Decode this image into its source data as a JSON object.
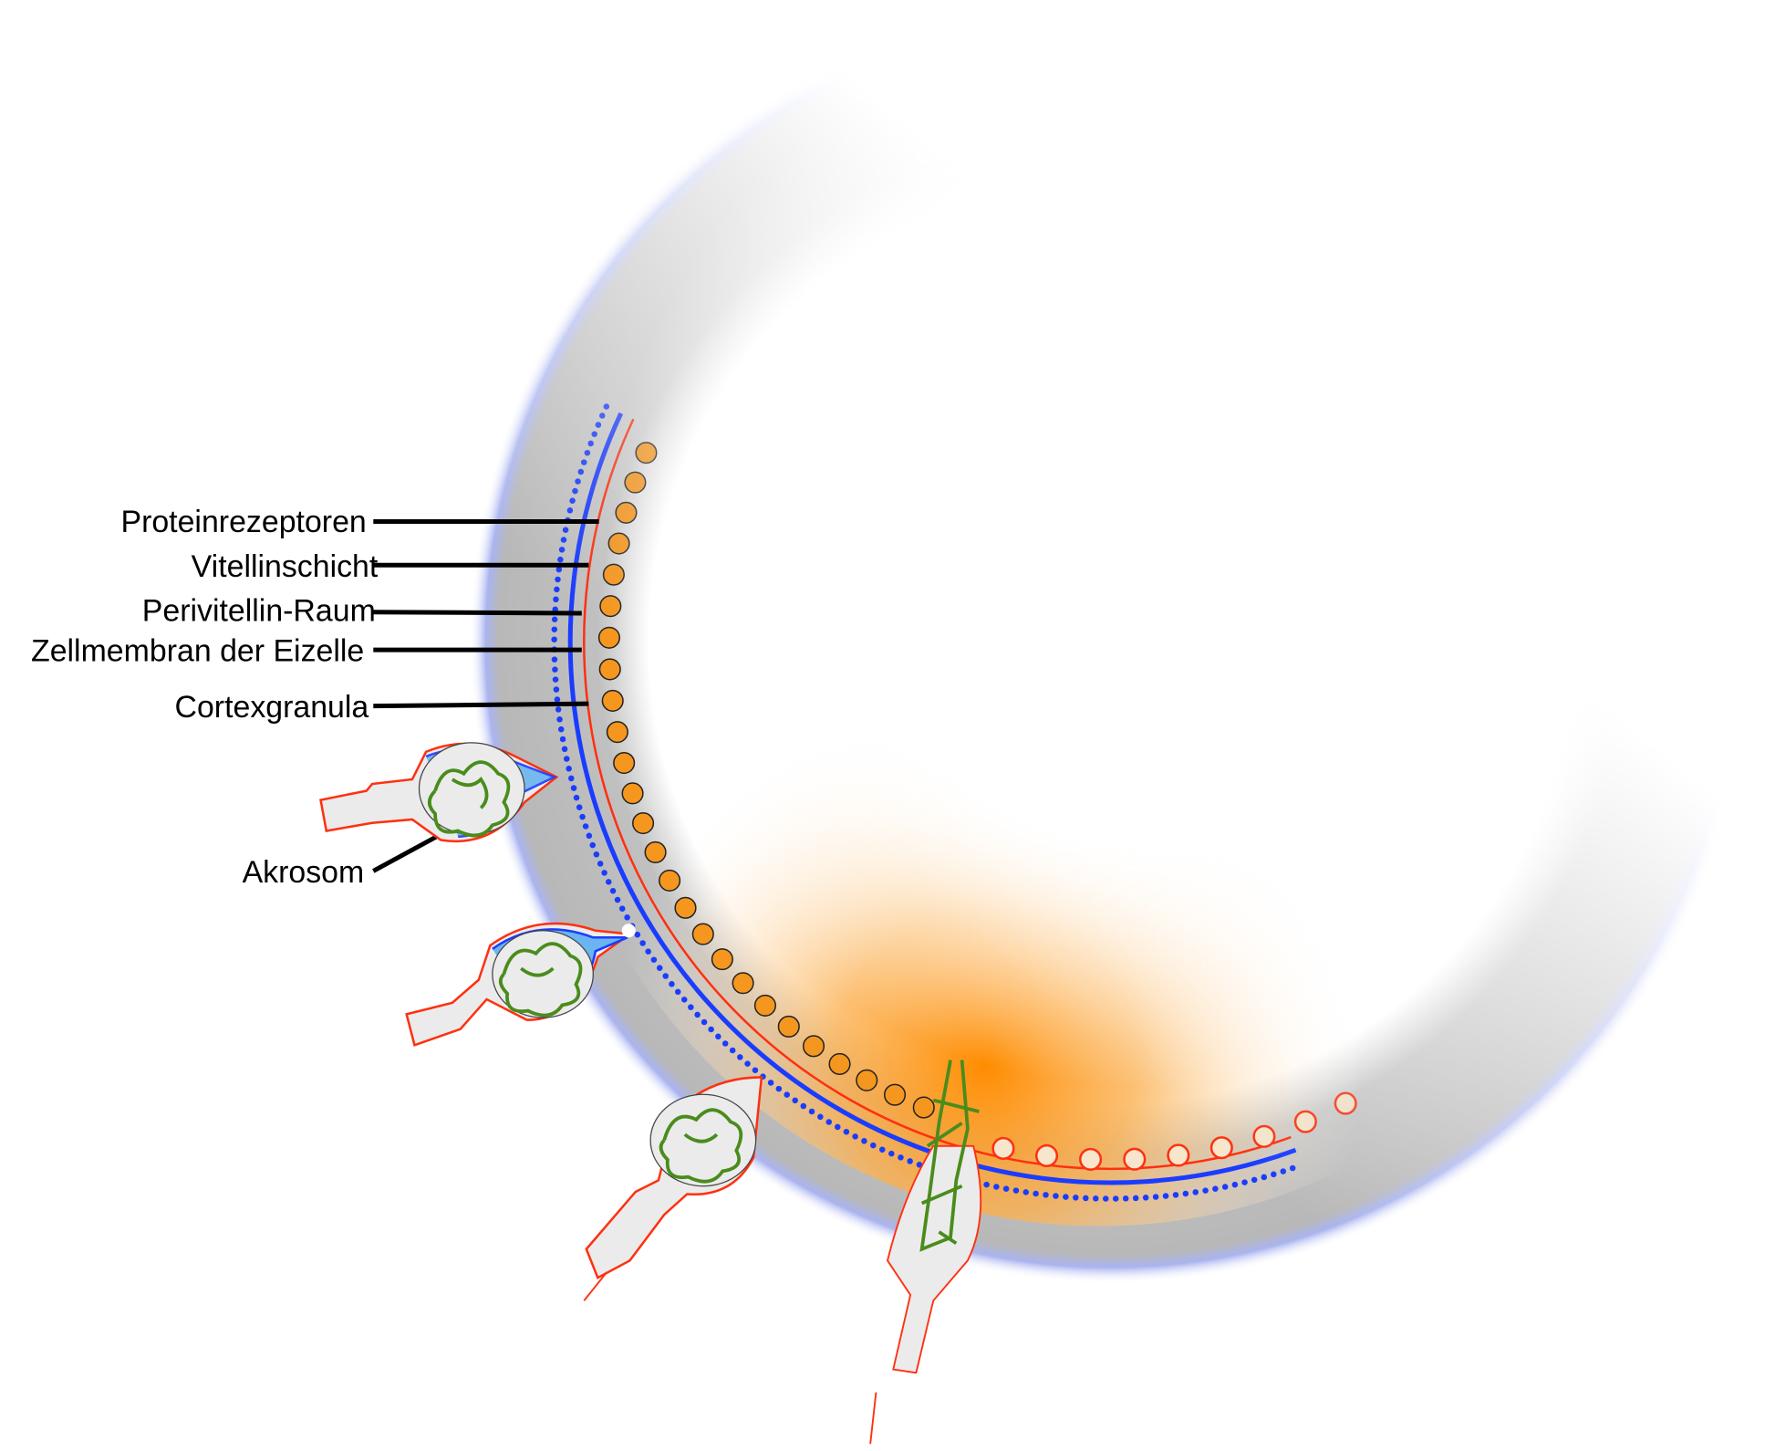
{
  "labels": {
    "proteinrezeptoren": "Proteinrezeptoren",
    "vitellinschicht": "Vitellinschicht",
    "perivitellin_raum": "Perivitellin-Raum",
    "zellmembran": "Zellmembran der Eizelle",
    "cortexgranula": "Cortexgranula",
    "akrosom": "Akrosom"
  },
  "colors": {
    "vitelline": "#1a3cff",
    "membrane": "#ff3010",
    "granule": "#f5961e",
    "dna": "#4a8c1c",
    "zona": "#bdbdbd",
    "cytoplasm_glow": "#ff8c00"
  }
}
